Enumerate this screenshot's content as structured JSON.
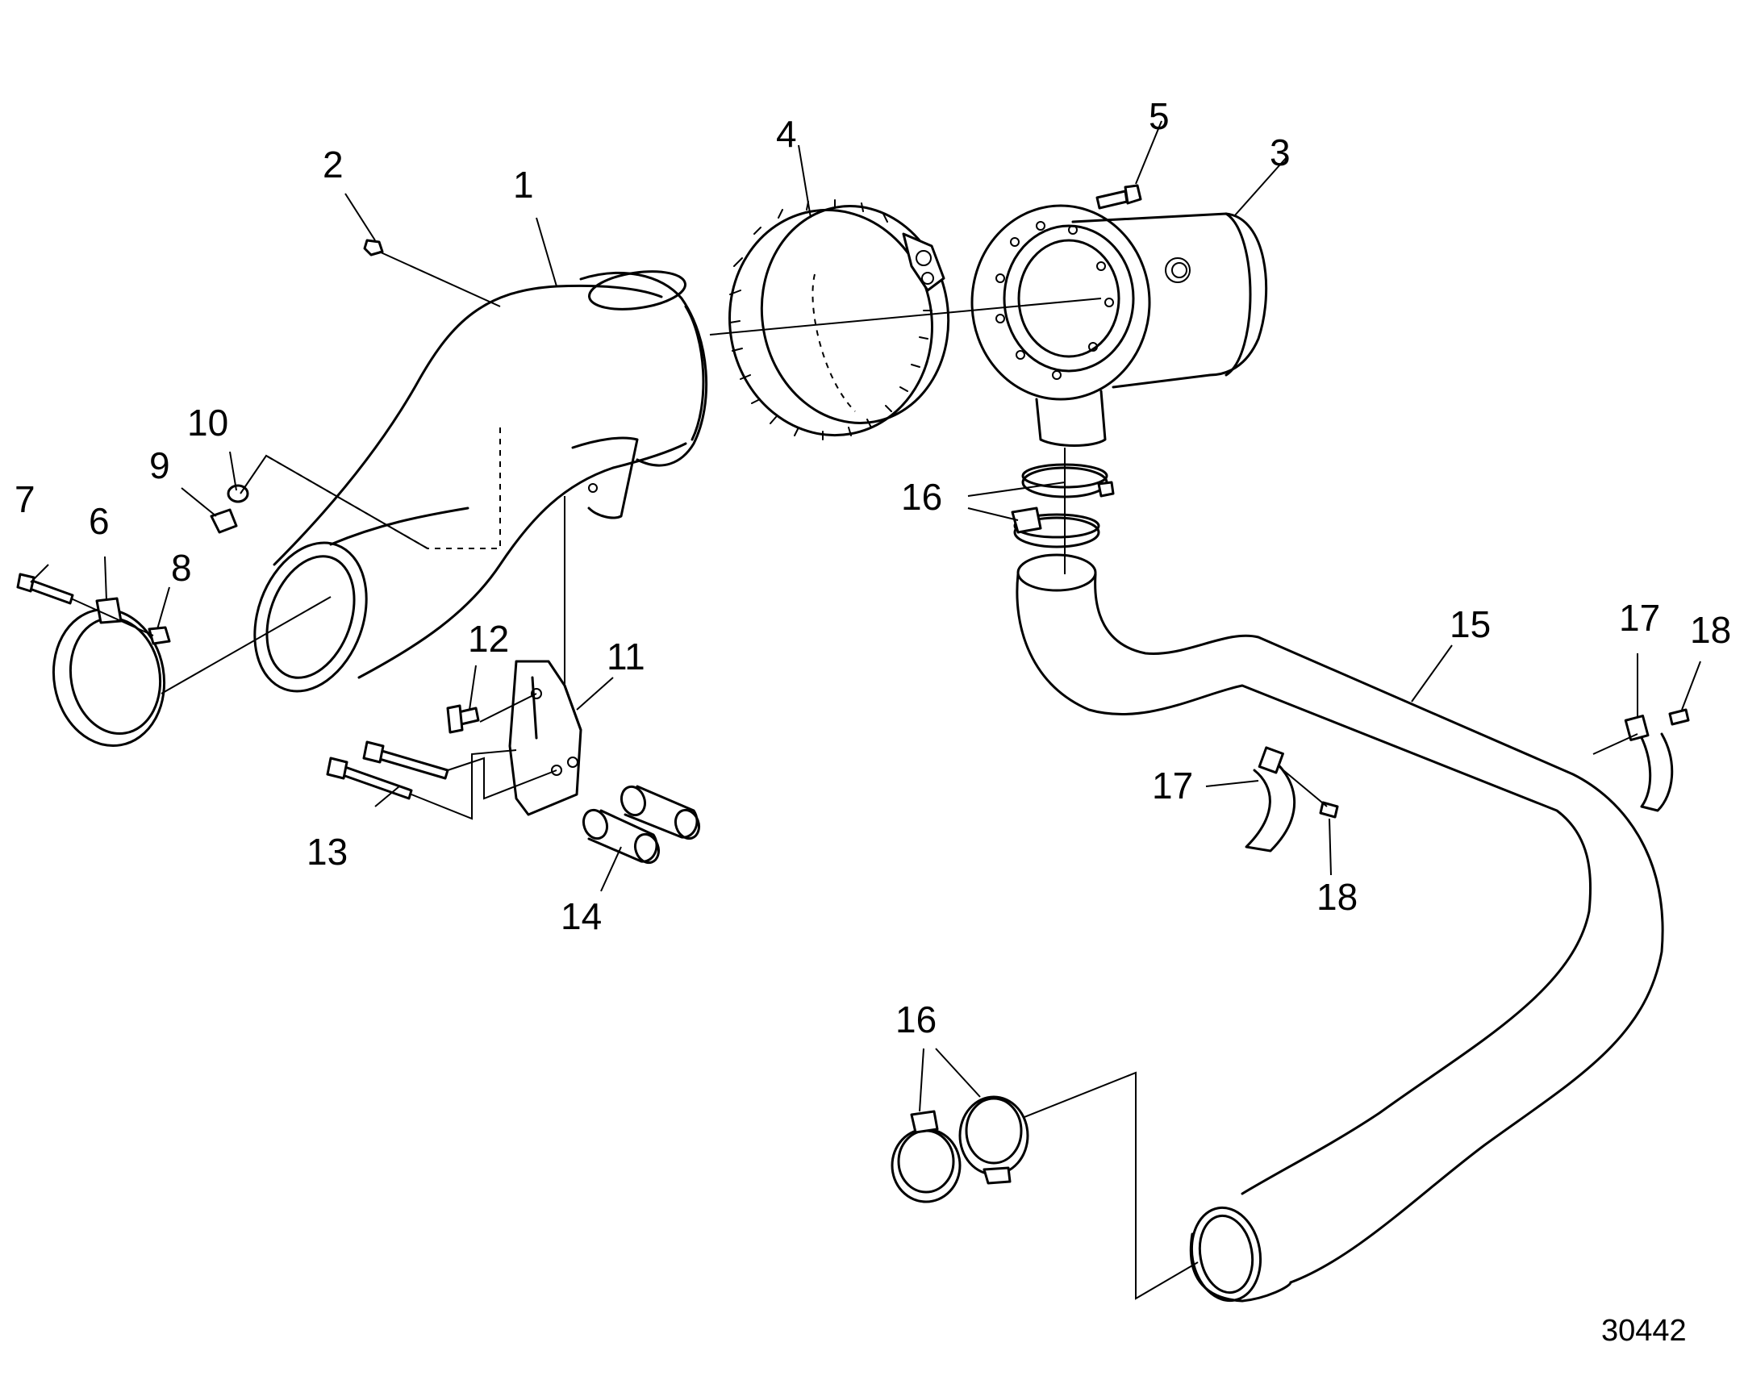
{
  "figure_number": "30442",
  "callouts": {
    "c1": "1",
    "c2": "2",
    "c3": "3",
    "c4": "4",
    "c5": "5",
    "c6": "6",
    "c7": "7",
    "c8": "8",
    "c9": "9",
    "c10": "10",
    "c11": "11",
    "c12": "12",
    "c13": "13",
    "c14": "14",
    "c15": "15",
    "c16a": "16",
    "c16b": "16",
    "c17a": "17",
    "c17b": "17",
    "c18a": "18",
    "c18b": "18"
  }
}
